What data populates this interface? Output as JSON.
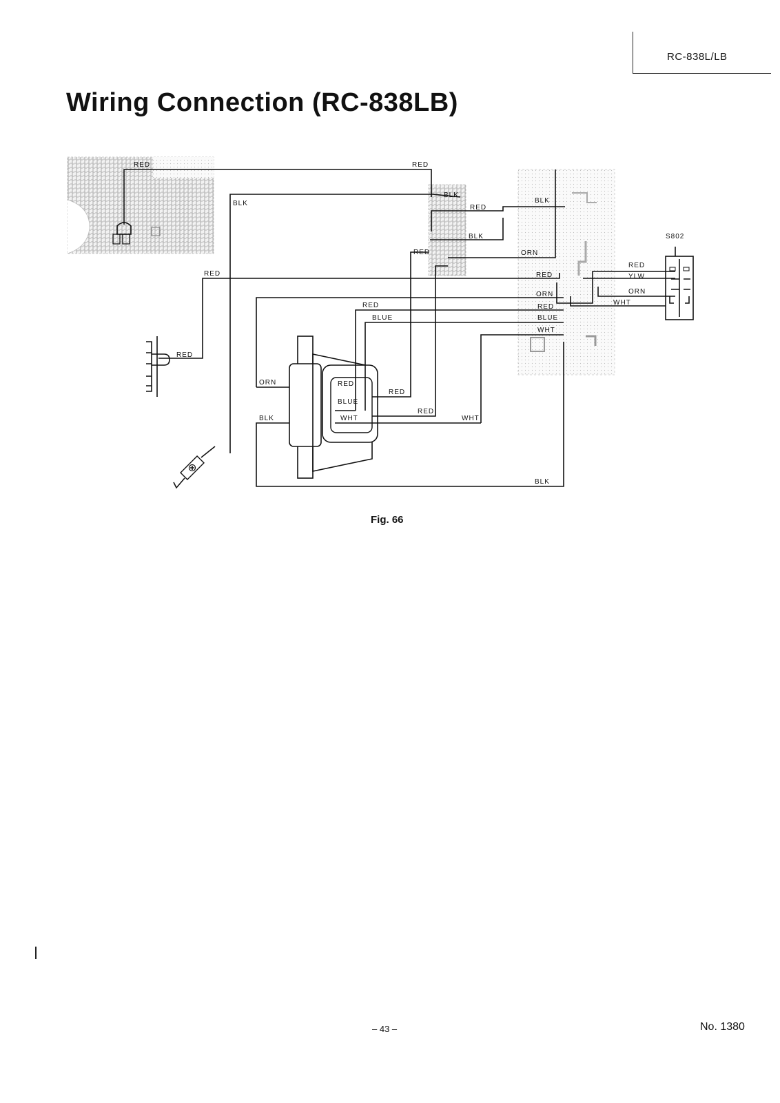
{
  "header": {
    "model": "RC-838L/LB"
  },
  "page_title": "Wiring Connection (RC-838LB)",
  "diagram": {
    "switch_label": "S802",
    "wire_labels": {
      "pcb_red": "RED",
      "top_red": "RED",
      "blk_top": "BLK",
      "blk_left": "BLK",
      "red_mid": "RED",
      "blk_mid": "BLK",
      "blk_right": "BLK",
      "red_stub": "RED",
      "orn_mid": "ORN",
      "red_long": "RED",
      "red_lamp": "RED",
      "orn_long": "ORN",
      "red_motor": "RED",
      "blue_motor": "BLUE",
      "red_term": "RED",
      "blue_term": "BLUE",
      "wht_term": "WHT",
      "sw_red": "RED",
      "sw_ylw": "YLW",
      "sw_orn": "ORN",
      "sw_wht": "WHT",
      "m_orn": "ORN",
      "m_red": "RED",
      "m_blue": "BLUE",
      "m_wht": "WHT",
      "m_blk": "BLK",
      "m_red2": "RED",
      "m_red3": "RED",
      "m_wht2": "WHT",
      "bottom_blk": "BLK"
    }
  },
  "figure_caption": "Fig. 66",
  "footer": {
    "page_number": "– 43 –",
    "doc_number": "No. 1380"
  }
}
